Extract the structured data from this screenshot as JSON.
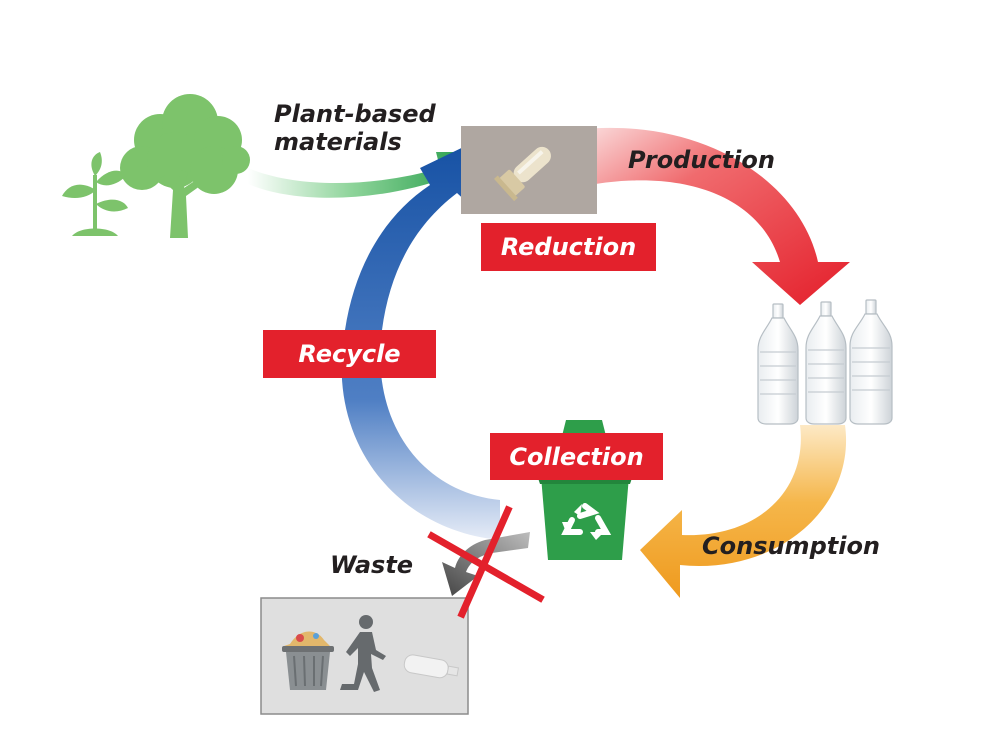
{
  "labels": {
    "plant_based": "Plant-based\nmaterials",
    "production": "Production",
    "consumption": "Consumption",
    "waste": "Waste"
  },
  "stages": {
    "reduction": "Reduction",
    "recycle": "Recycle",
    "collection": "Collection"
  },
  "icons": [
    "sprout-icon",
    "tree-icon",
    "preform-icon",
    "bottles-icon",
    "recycle-bin-icon",
    "trash-can-icon",
    "walking-person-icon",
    "discarded-bottle-icon",
    "cross-mark-icon"
  ],
  "colors": {
    "label_red": "#e3212c",
    "production_arrow": "#e8333a",
    "consumption_arrow": "#f0a22a",
    "recycle_arrow": "#1a5aa8",
    "plant_arrow": "#2aa24a",
    "plant_green": "#7dc36b",
    "bin_green": "#2e9e4a",
    "waste_arrow": "#555555"
  }
}
